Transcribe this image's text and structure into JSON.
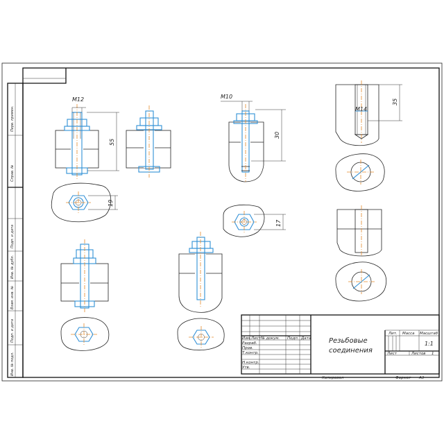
{
  "left_strip": {
    "labels": [
      "Перв. примен.",
      "Справ. №",
      "Подп. и дата",
      "Инв. № дубл.",
      "Взам. инв. №",
      "Подп. и дата",
      "Инв. № подл."
    ]
  },
  "dimensions": {
    "m12": "M12",
    "d55": "55",
    "d19": "19",
    "m10": "M10",
    "d30": "30",
    "d17": "17",
    "m14": "M14",
    "d35": "35"
  },
  "title_block": {
    "title_line1": "Резьбовые",
    "title_line2": "соединения",
    "rev_headers": [
      "Изм.",
      "Лист",
      "№ докум.",
      "Подп.",
      "Дата"
    ],
    "role_rows": [
      "Разраб.",
      "Пров.",
      "Т.контр.",
      "",
      "Н.контр.",
      "Утв."
    ],
    "col_lit": "Лит.",
    "col_mass": "Масса",
    "col_scale": "Масштаб",
    "scale_value": "1:1",
    "sheet_label": "Лист",
    "sheets_label": "Листов",
    "sheets_value": "1",
    "copied": "Копировал",
    "format_label": "Формат",
    "format_value": "А3"
  }
}
